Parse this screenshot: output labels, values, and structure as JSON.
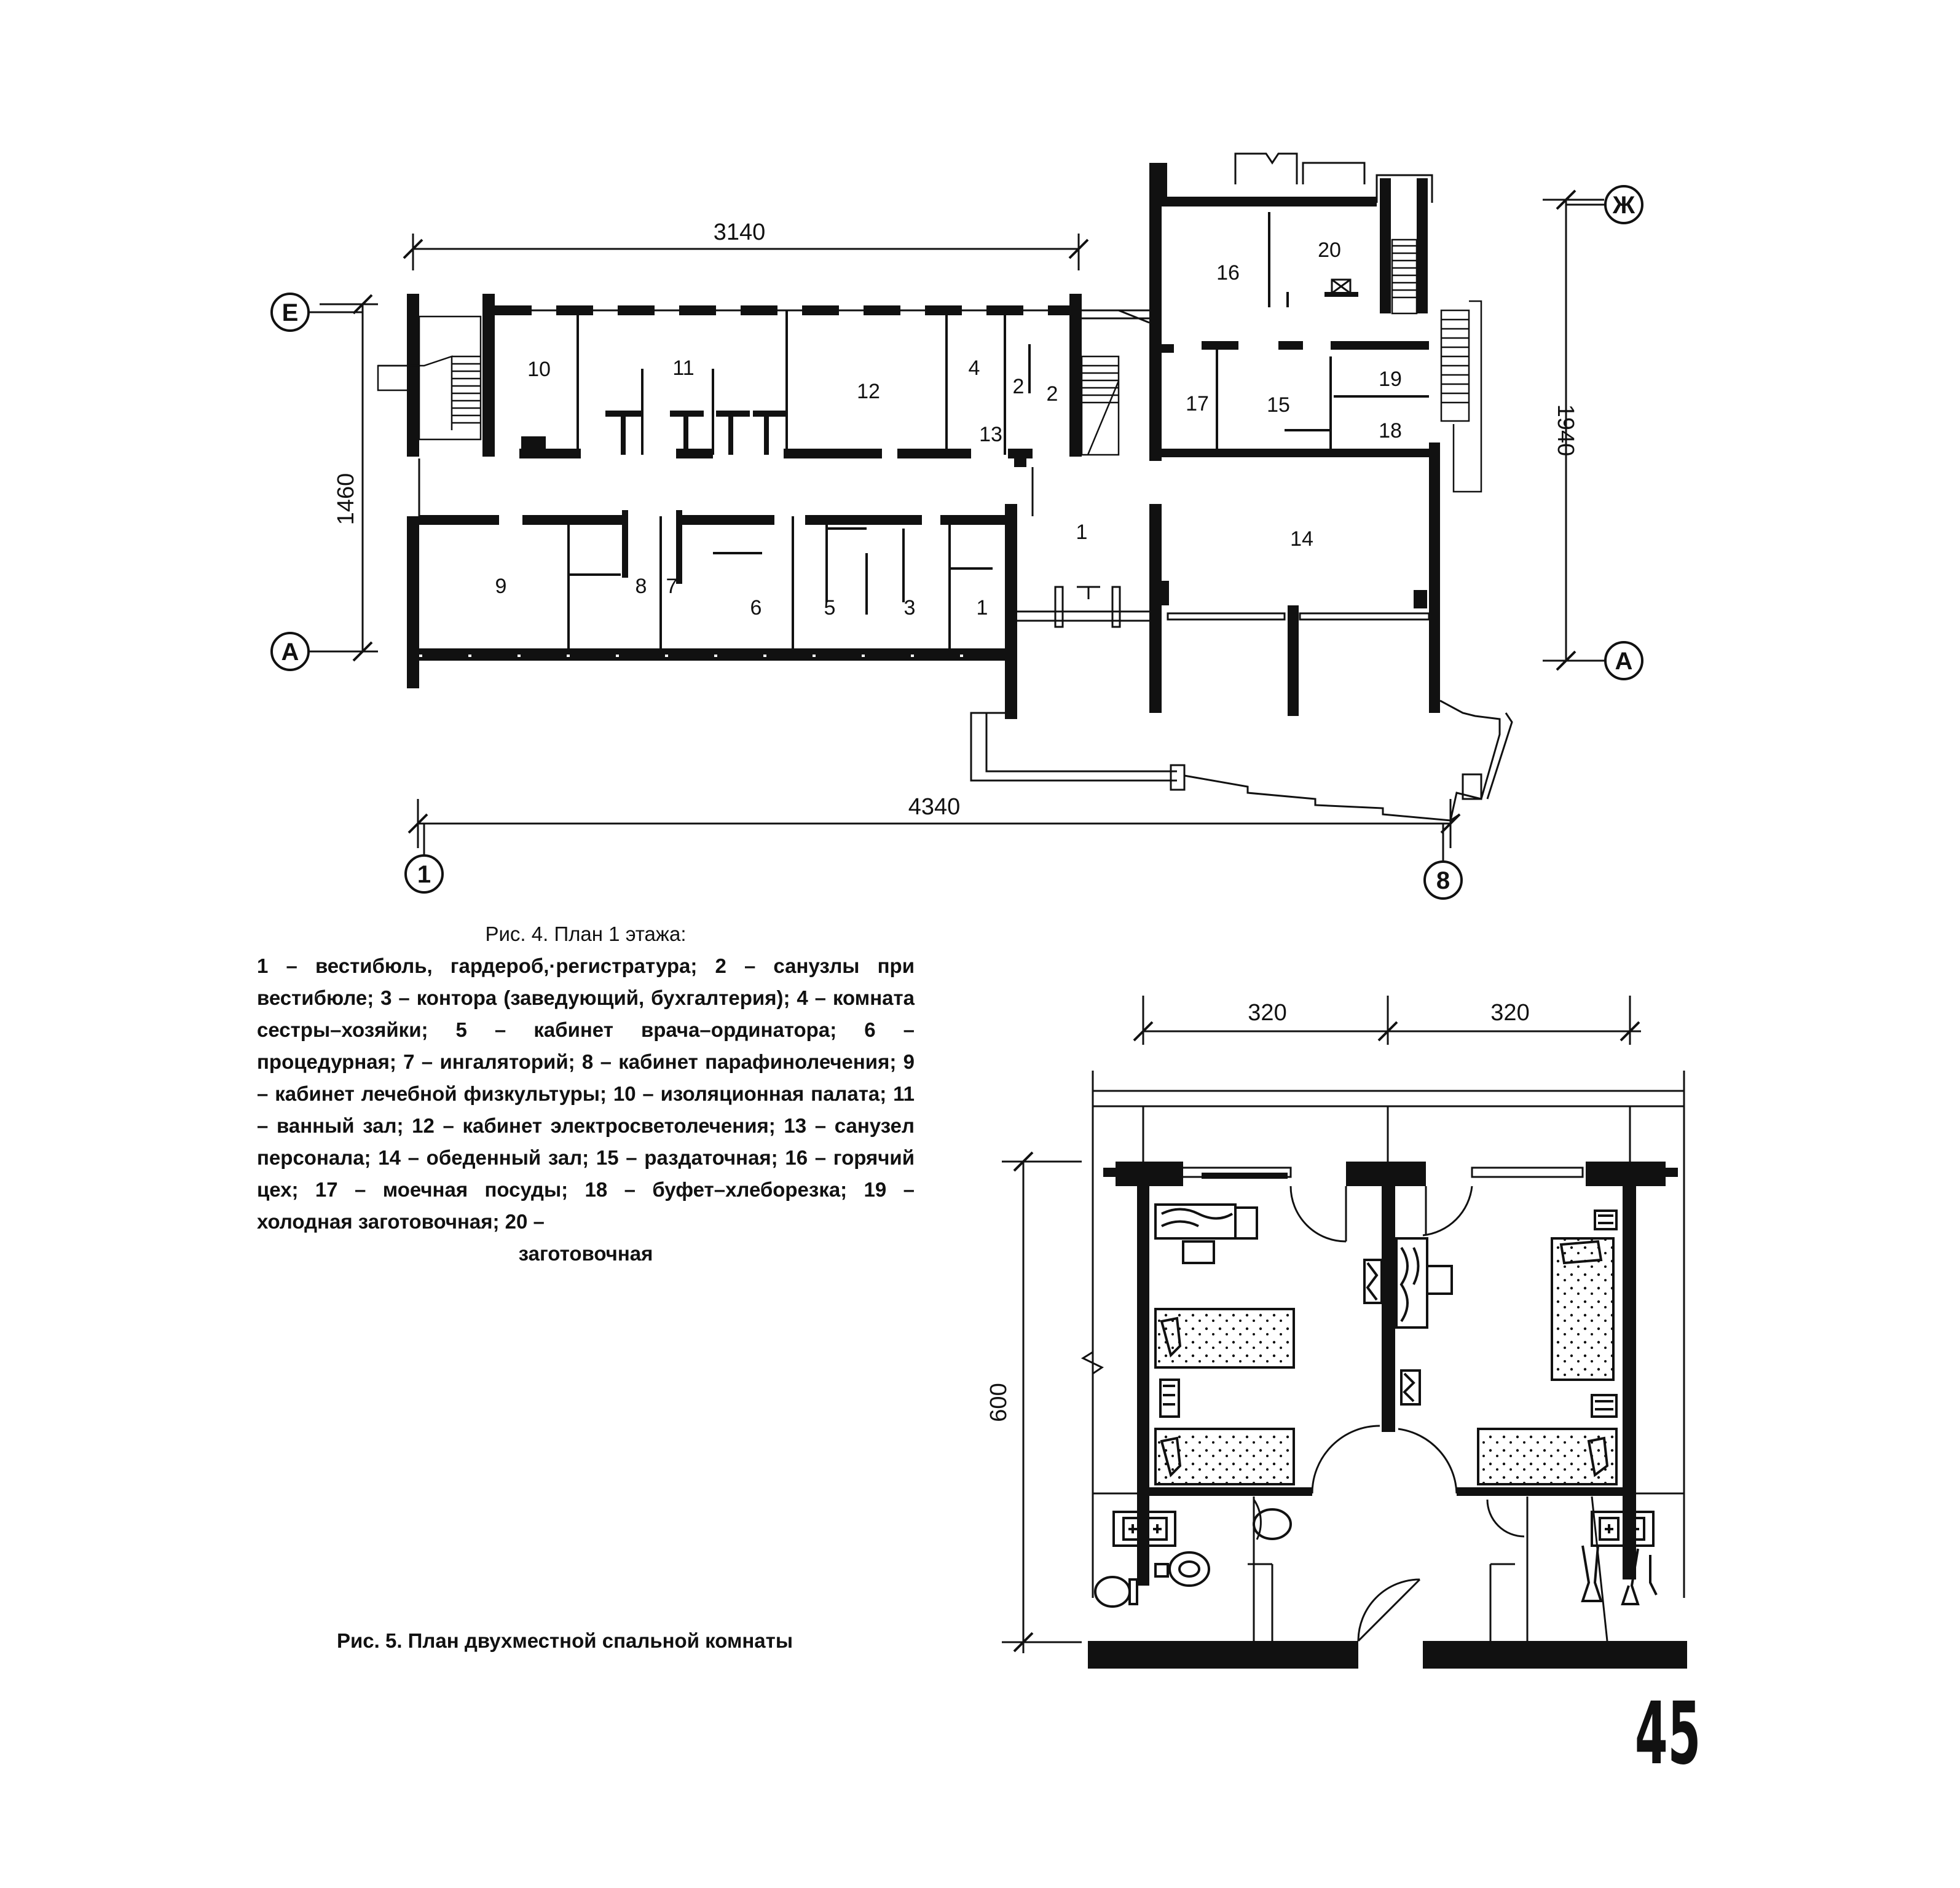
{
  "figure4": {
    "dimensions": {
      "top": "3140",
      "bottom": "4340",
      "left": "1460",
      "right": "1940"
    },
    "axes": {
      "e": "Е",
      "a_left": "А",
      "zh": "Ж",
      "a_right": "А",
      "one": "1",
      "eight": "8"
    },
    "rooms": [
      "1",
      "2",
      "2",
      "3",
      "4",
      "5",
      "6",
      "7",
      "8",
      "9",
      "10",
      "11",
      "12",
      "13",
      "14",
      "15",
      "16",
      "17",
      "18",
      "19",
      "20",
      "1"
    ],
    "caption_title": "Рис. 4. План 1 этажа:",
    "caption_body": "1 – вестибюль, гардероб,·регистратура; 2 – санузлы при вестибюле; 3 – контора (заведующий, бухгалтерия); 4 – комната сестры–хозяйки; 5 – кабинет врача–ординатора; 6 – процедурная; 7 – ингаляторий; 8 – кабинет парафинолечения; 9 – кабинет лечебной физкультуры; 10 – изоляционная палата; 11 – ванный зал; 12 – кабинет электросветолечения; 13 – санузел персонала; 14 – обеденный зал; 15 – раздаточная; 16 – горячий цех; 17 – моечная посуды; 18 – буфет–хлеборезка; 19 – холодная заготовочная; 20 –",
    "caption_tail": "заготовочная"
  },
  "figure5": {
    "dimensions": {
      "left_module": "320",
      "right_module": "320",
      "depth": "600"
    },
    "caption": "Рис. 5. План двухместной спальной комнаты"
  },
  "page_number": "45"
}
